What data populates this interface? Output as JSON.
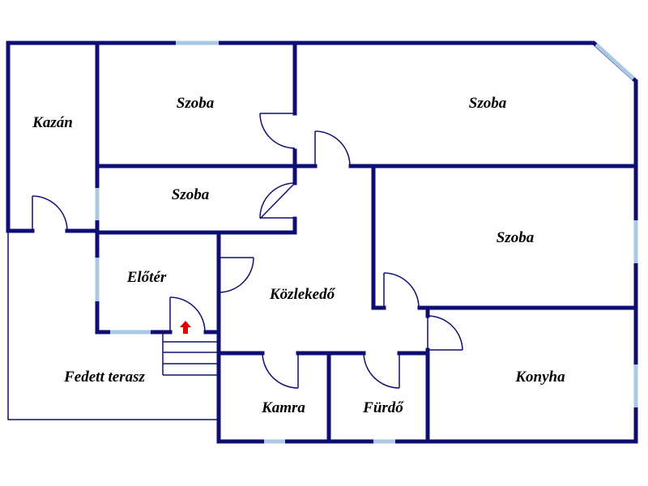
{
  "rooms": {
    "kazan": "Kazán",
    "szoba_top_left": "Szoba",
    "szoba_top_right": "Szoba",
    "szoba_middle_left": "Szoba",
    "szoba_middle_right": "Szoba",
    "eloter": "Előtér",
    "kozlekedo": "Közlekedő",
    "fedett_terasz": "Fedett terasz",
    "konyha": "Konyha",
    "kamra": "Kamra",
    "furdo": "Fürdő"
  },
  "colors": {
    "wall": "#0f0f73",
    "window": "#a9c8e3",
    "entrance_arrow": "#e00000"
  },
  "icons": {
    "entrance": "up-arrow-icon"
  }
}
